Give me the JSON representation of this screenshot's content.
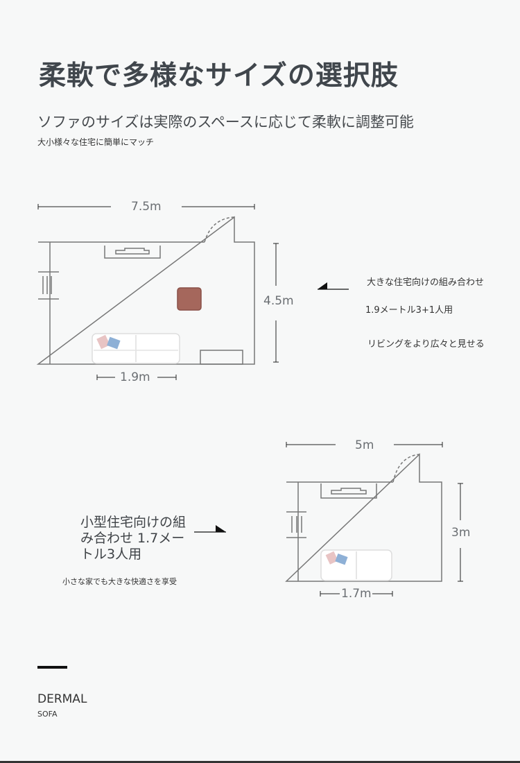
{
  "title": "柔軟で多様なサイズの選択肢",
  "subtitle": "ソファのサイズは実際のスペースに応じて柔軟に調整可能",
  "subtitle2": "大小様々な住宅に簡単にマッチ",
  "plan_large": {
    "width": "7.5m",
    "depth": "4.5m",
    "sofa": "1.9m",
    "notes": [
      "大きな住宅向けの組み合わせ",
      "1.9メートル3+1人用",
      "リビングをより広々と見せる"
    ]
  },
  "plan_small": {
    "width": "5m",
    "depth": "3m",
    "sofa": "1.7m",
    "heading": "小型住宅向けの組み合わせ 1.7メートル3人用",
    "note": "小さな家でも大きな快適さを享受"
  },
  "footer": {
    "brand": "DERMAL",
    "product": "SOFA"
  },
  "colors": {
    "armchair": "#a5675c",
    "pillow_pink": "#e8c4c4",
    "pillow_blue": "#8eb0d6"
  }
}
